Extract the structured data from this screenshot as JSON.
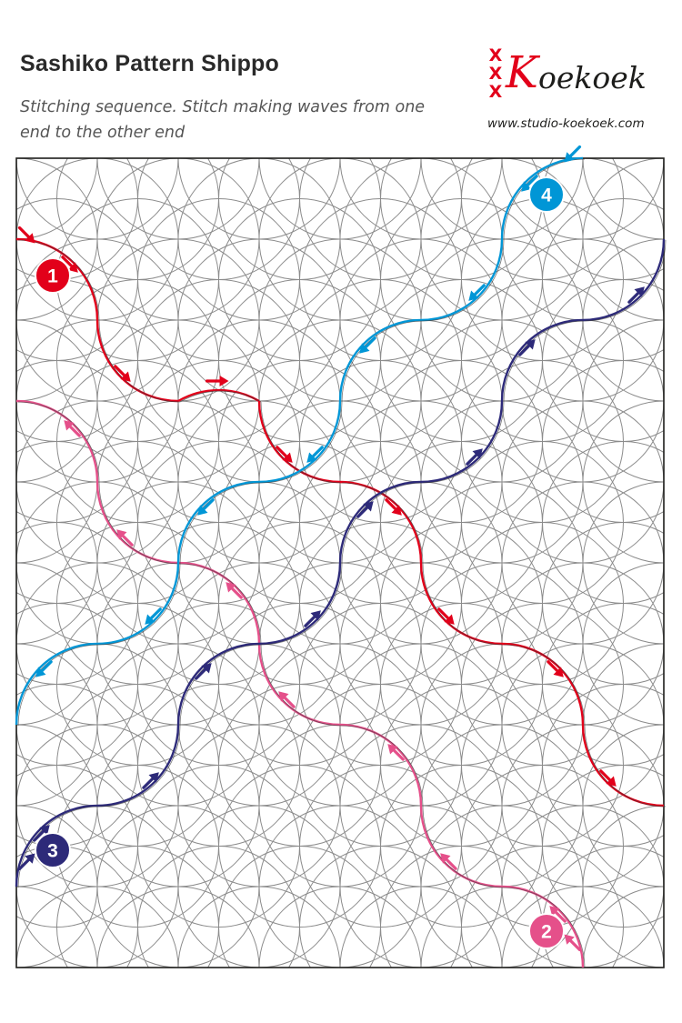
{
  "header": {
    "title": "Sashiko Pattern Shippo",
    "subtitle": "Stitching sequence. Stitch making waves from one end to the other end"
  },
  "brand": {
    "mark": "XXX",
    "initial": "K",
    "name": "oekoek",
    "url": "www.studio-koekoek.com"
  },
  "pattern": {
    "grid_cols": 8,
    "grid_rows": 10,
    "line_color": "#8c8c8c"
  },
  "routes": [
    {
      "label": "1",
      "color": "#e2001a",
      "path": [
        [
          0,
          1
        ],
        [
          1,
          2
        ],
        [
          2,
          3
        ],
        [
          3,
          3
        ],
        [
          4,
          4
        ],
        [
          5,
          5
        ],
        [
          6,
          6
        ],
        [
          7,
          7
        ],
        [
          8,
          8
        ]
      ]
    },
    {
      "label": "2",
      "color": "#e5508a",
      "path": [
        [
          7,
          10
        ],
        [
          6,
          9
        ],
        [
          5,
          8
        ],
        [
          4,
          7
        ],
        [
          3,
          6
        ],
        [
          2,
          5
        ],
        [
          1,
          4
        ],
        [
          0,
          3
        ]
      ]
    },
    {
      "label": "3",
      "color": "#2d2a79",
      "path": [
        [
          0,
          9
        ],
        [
          1,
          8
        ],
        [
          2,
          7
        ],
        [
          3,
          6
        ],
        [
          4,
          5
        ],
        [
          5,
          4
        ],
        [
          6,
          3
        ],
        [
          7,
          2
        ],
        [
          8,
          1
        ]
      ]
    },
    {
      "label": "4",
      "color": "#0096d6",
      "path": [
        [
          7,
          0
        ],
        [
          6,
          1
        ],
        [
          5,
          2
        ],
        [
          4,
          3
        ],
        [
          3,
          4
        ],
        [
          2,
          5
        ],
        [
          1,
          6
        ],
        [
          0,
          7
        ]
      ]
    }
  ]
}
